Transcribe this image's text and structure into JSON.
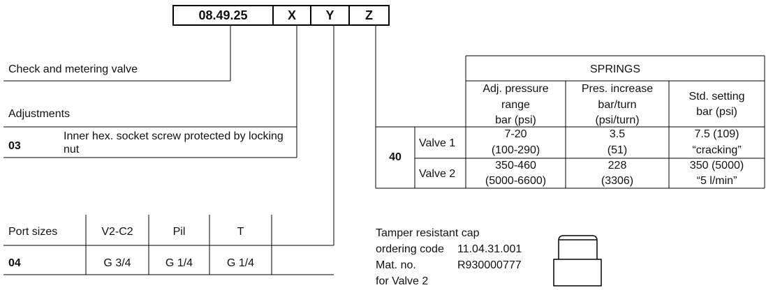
{
  "code": {
    "base": "08.49.25",
    "x": "X",
    "y": "Y",
    "z": "Z"
  },
  "check_valve_label": "Check and metering valve",
  "adjustments": {
    "heading": "Adjustments",
    "code": "03",
    "description": "Inner hex. socket screw protected by locking nut"
  },
  "springs": {
    "title": "SPRINGS",
    "headers": [
      [
        "Adj. pressure",
        "range",
        "bar (psi)"
      ],
      [
        "Pres. increase",
        "bar/turn",
        "(psi/turn)"
      ],
      [
        "Std. setting",
        "bar (psi)"
      ]
    ],
    "code": "40",
    "rows": [
      {
        "label": "Valve 1",
        "cells": [
          [
            "7-20",
            "(100-290)"
          ],
          [
            "3.5",
            "(51)"
          ],
          [
            "7.5 (109)",
            "“cracking”"
          ]
        ]
      },
      {
        "label": "Valve 2",
        "cells": [
          [
            "350-460",
            "(5000-6600)"
          ],
          [
            "228",
            "(3306)"
          ],
          [
            "350 (5000)",
            "“5 l/min”"
          ]
        ]
      }
    ]
  },
  "ports": {
    "heading": "Port sizes",
    "columns": [
      "V2-C2",
      "Pil",
      "T"
    ],
    "code": "04",
    "values": [
      "G 3/4",
      "G 1/4",
      "G 1/4"
    ]
  },
  "cap": {
    "line1": "Tamper resistant cap",
    "line2_label": "ordering code",
    "line2_value": "11.04.31.001",
    "line3_label": "Mat. no.",
    "line3_value": "R930000777",
    "line4": "for Valve 2"
  }
}
